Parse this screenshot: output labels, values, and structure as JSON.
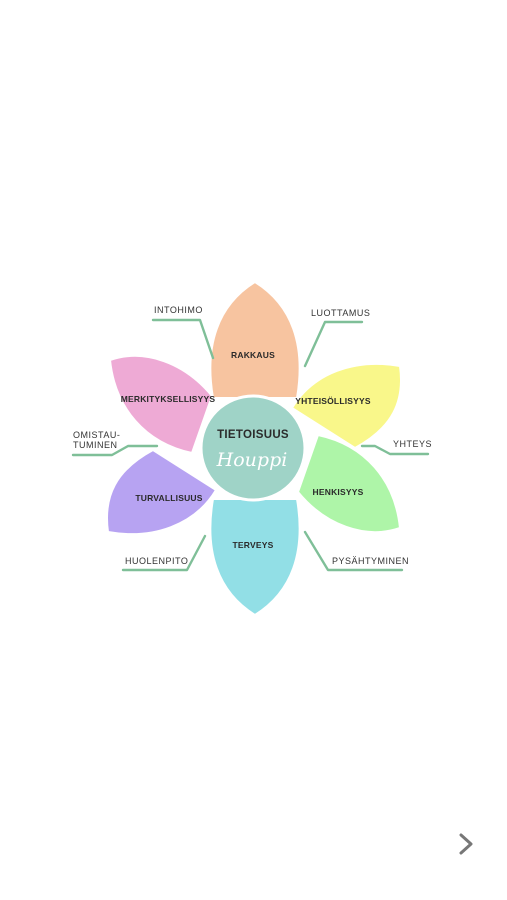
{
  "diagram": {
    "center": {
      "title": "TIETOISUUS",
      "subtitle": "Houppi",
      "color": "#9fd3c7"
    },
    "petals": [
      {
        "id": "rakkaus",
        "label": "RAKKAUS",
        "color": "#f7c4a0"
      },
      {
        "id": "yhteisollisyys",
        "label": "YHTEISÖLLISYYS",
        "color": "#f9f78a"
      },
      {
        "id": "henkisyys",
        "label": "HENKISYYS",
        "color": "#aef5a8"
      },
      {
        "id": "terveys",
        "label": "TERVEYS",
        "color": "#92dfe6"
      },
      {
        "id": "turvallisuus",
        "label": "TURVALLISUUS",
        "color": "#b7a3f2"
      },
      {
        "id": "merkityksellisyys",
        "label": "MERKITYKSELLISYYS",
        "color": "#eeaad5"
      }
    ],
    "outer_labels": [
      {
        "id": "intohimo",
        "lines": [
          "INTOHIMO"
        ]
      },
      {
        "id": "luottamus",
        "lines": [
          "LUOTTAMUS"
        ]
      },
      {
        "id": "yhteys",
        "lines": [
          "YHTEYS"
        ]
      },
      {
        "id": "pysahtyminen",
        "lines": [
          "PYSÄHTYMINEN"
        ]
      },
      {
        "id": "huolenpito",
        "lines": [
          "HUOLENPITO"
        ]
      },
      {
        "id": "omistautuminen",
        "lines": [
          "OMISTAU-",
          "TUMINEN"
        ]
      }
    ],
    "leader_color": "#7fbf98"
  },
  "navigation": {
    "next_icon": "chevron-right-icon",
    "icon_color": "#777777"
  }
}
